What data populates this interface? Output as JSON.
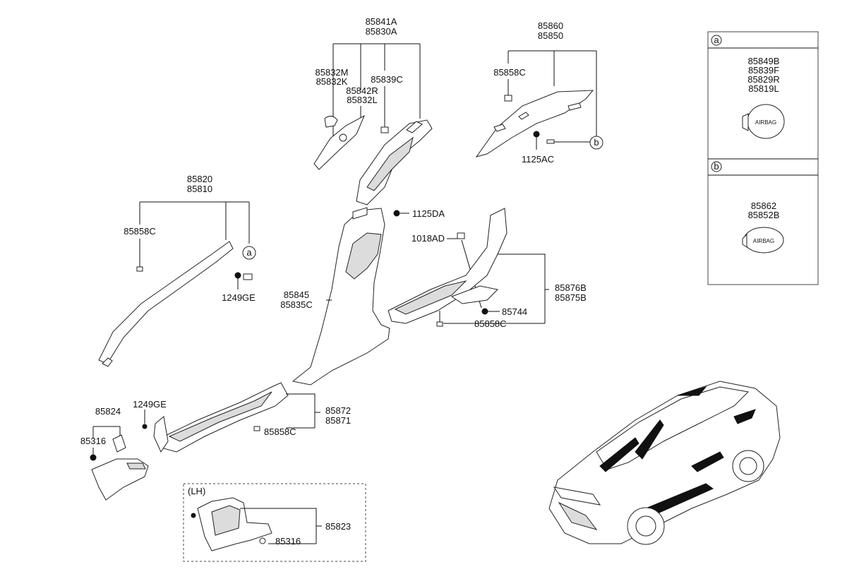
{
  "callouts": {
    "a_top": [
      "85841A",
      "85830A"
    ],
    "a_sub1": [
      "85832M",
      "85832K"
    ],
    "a_sub2": [
      "85842R",
      "85832L"
    ],
    "a_sub3": "85839C",
    "c_top": [
      "85860",
      "85850"
    ],
    "c_clip": "85858C",
    "c_screw": "1125AC",
    "b_top": [
      "85820",
      "85810"
    ],
    "b_clip": "85858C",
    "b_screw": "1249GE",
    "screw_1125DA": "1125DA",
    "bolt_1018AD": "1018AD",
    "pillar": [
      "85845",
      "85835C"
    ],
    "scuff_rear": [
      "85876B",
      "85875B"
    ],
    "clip_85744": "85744",
    "clip_rear": "85858C",
    "scuff_front": [
      "85872",
      "85871"
    ],
    "clip_front": "85858C",
    "kick_top": "85824",
    "kick_screw": "1249GE",
    "kick_clip": "85316",
    "lh_tag": "(LH)",
    "lh_part": "85823",
    "lh_clip": "85316",
    "ref_a": "a",
    "ref_b": "b"
  },
  "legend": {
    "panel_a": {
      "letter": "a",
      "parts": [
        "85849B",
        "85839F",
        "85829R",
        "85819L"
      ],
      "badge": "AIRBAG"
    },
    "panel_b": {
      "letter": "b",
      "parts": [
        "85862",
        "85852B"
      ],
      "badge": "AIRBAG"
    }
  }
}
